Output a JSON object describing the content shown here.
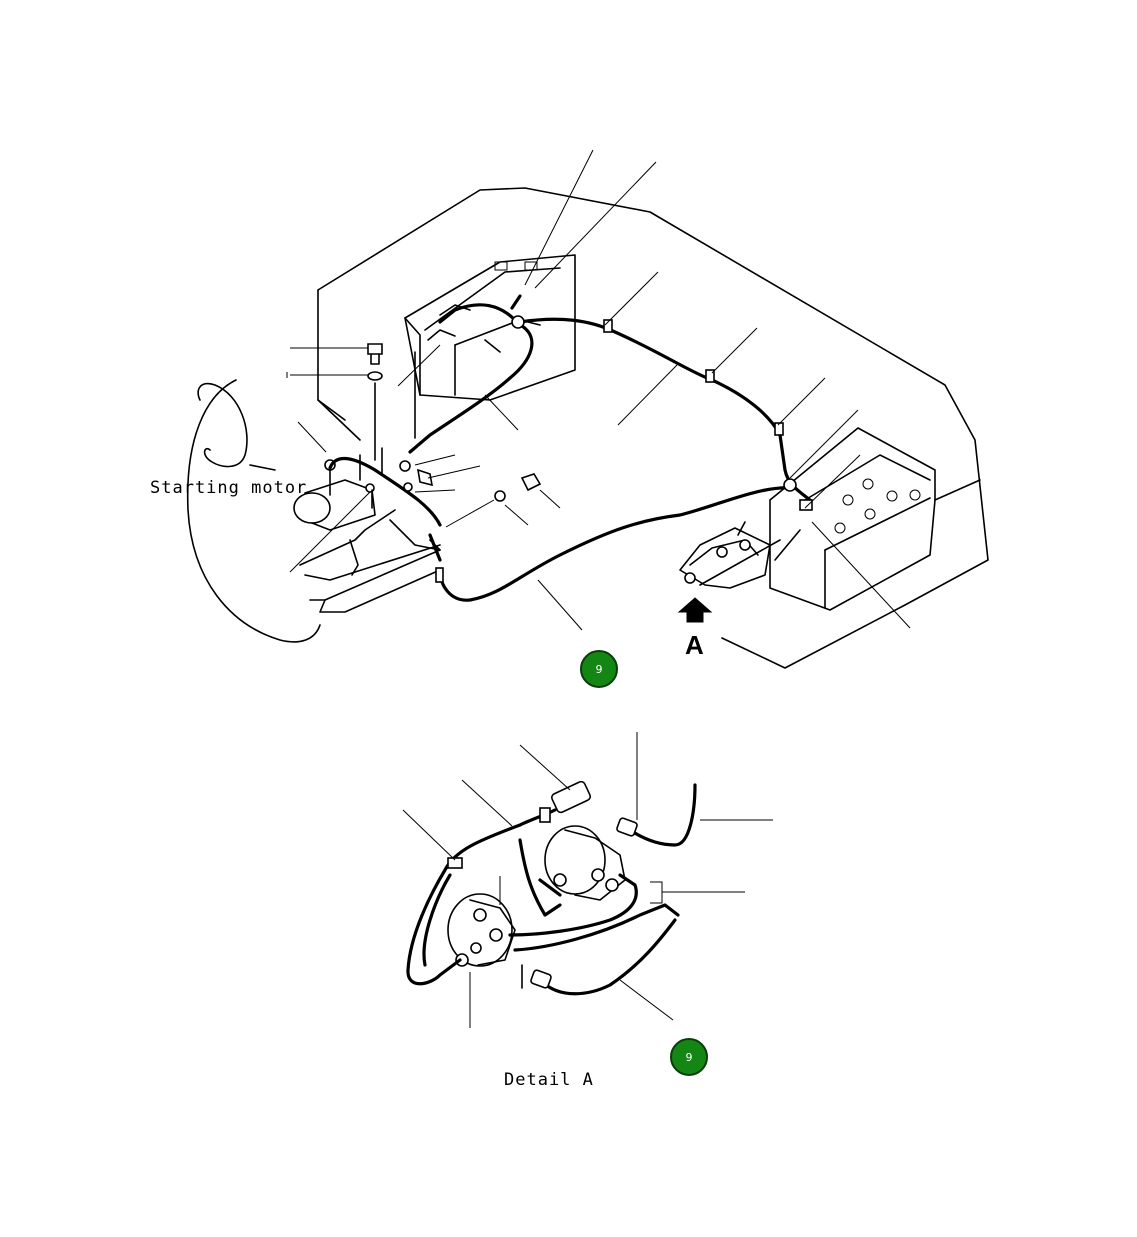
{
  "labels": {
    "starting_motor": "Starting motor",
    "view_marker": "A",
    "detail": "Detail A"
  },
  "badges": [
    {
      "text": "9",
      "color": "#138613"
    },
    {
      "text": "9",
      "color": "#138613"
    }
  ],
  "colors": {
    "badge_fill": "#138613",
    "line": "#000000",
    "background": "#ffffff"
  }
}
